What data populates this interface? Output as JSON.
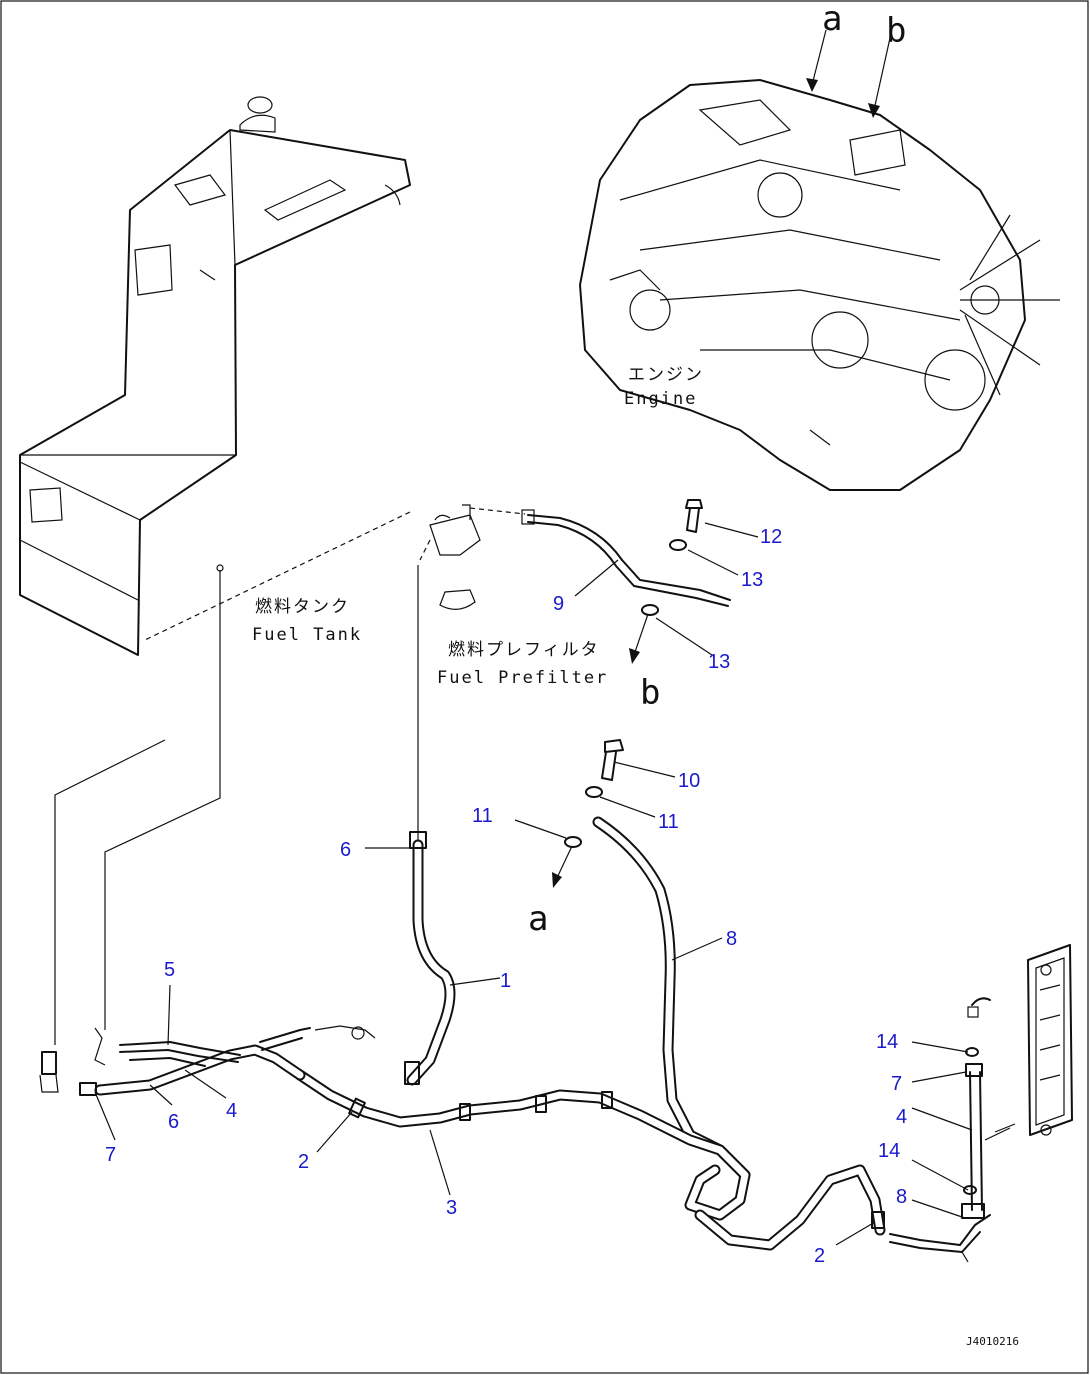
{
  "components": {
    "fuel_tank": {
      "label_jp": "燃料タンク",
      "label_en": "Fuel Tank"
    },
    "fuel_prefilter": {
      "label_jp": "燃料プレフィルタ",
      "label_en": "Fuel Prefilter"
    },
    "engine": {
      "label_jp": "エンジン",
      "label_en": "Engine"
    }
  },
  "callouts": {
    "a": "a",
    "b": "b"
  },
  "part_numbers": {
    "p1": "1",
    "p2a": "2",
    "p2b": "2",
    "p3": "3",
    "p4a": "4",
    "p4b": "4",
    "p5": "5",
    "p6a": "6",
    "p6b": "6",
    "p7a": "7",
    "p7b": "7",
    "p8a": "8",
    "p8b": "8",
    "p9": "9",
    "p10": "10",
    "p11a": "11",
    "p11b": "11",
    "p12": "12",
    "p13a": "13",
    "p13b": "13",
    "p14a": "14",
    "p14b": "14"
  },
  "drawing_code": "J4010216",
  "colors": {
    "part_number": "#1a1acc",
    "line": "#111111"
  }
}
